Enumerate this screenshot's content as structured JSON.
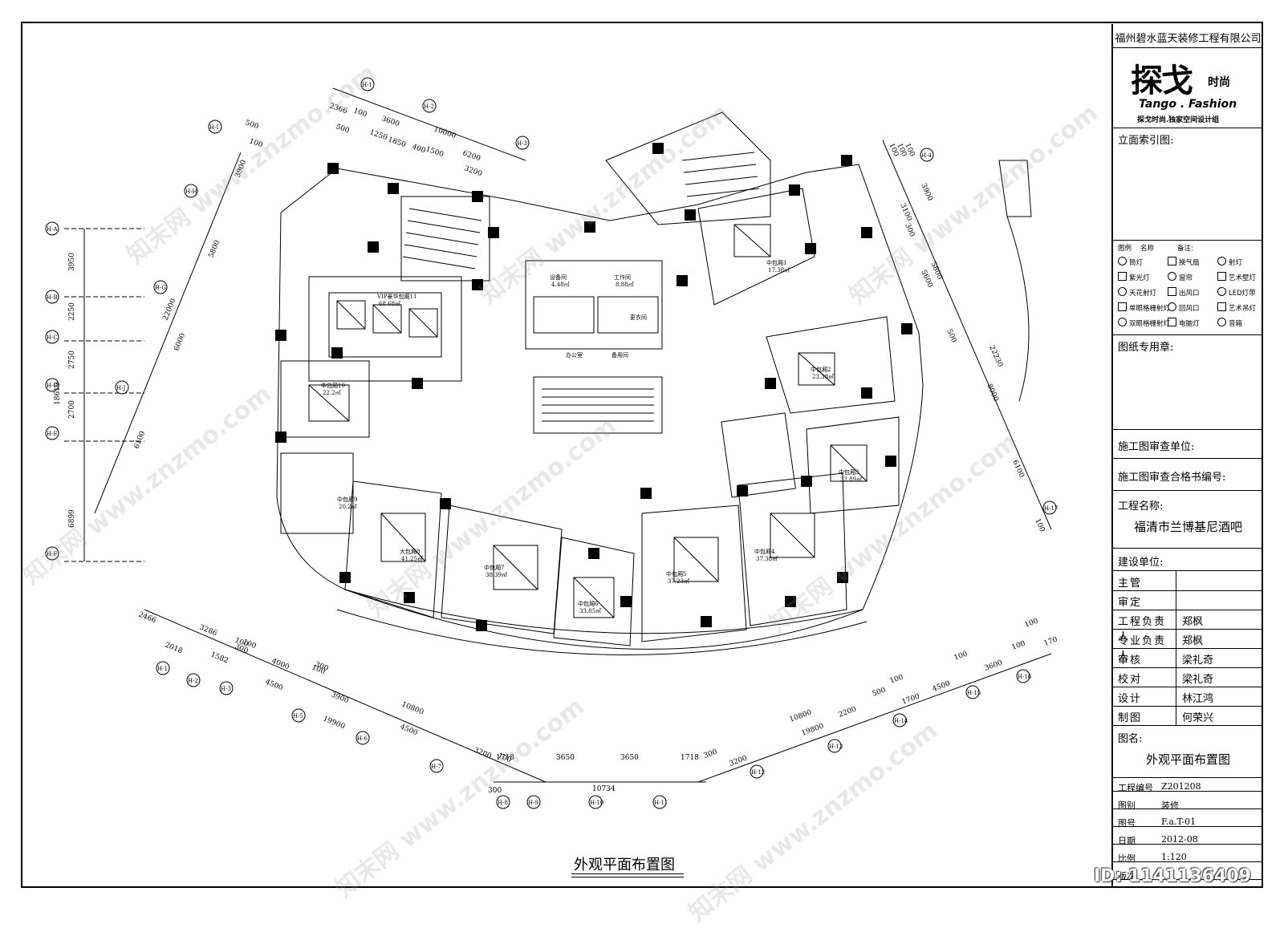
{
  "company": "福州碧水蓝天装修工程有限公司",
  "brand": {
    "cn": "探戈",
    "cn2": "时尚",
    "en": "Tango . Fashion",
    "tagline": "探戈时尚.独家空间设计组"
  },
  "sections": {
    "elevation_index": "立面索引图:",
    "stamp": "图纸专用章:",
    "review_unit": "施工图审查单位:",
    "review_cert": "施工图审查合格书编号:",
    "project_label": "工程名称:",
    "project_name": "福清市兰博基尼酒吧",
    "client_label": "建设单位:",
    "drawing_name_label": "图名:",
    "drawing_name": "外观平面布置图"
  },
  "legend": {
    "header_symbol": "图例",
    "header_name": "名称",
    "header_note": "备注:",
    "items": [
      {
        "sym": "筒灯",
        "icon": "downlight-icon"
      },
      {
        "sym": "换气扇",
        "icon": "exhaust-fan-icon"
      },
      {
        "sym": "射灯",
        "icon": "spotlight-icon"
      },
      {
        "sym": "紫光灯",
        "icon": "uv-light-icon"
      },
      {
        "sym": "窗帘",
        "icon": "curtain-icon"
      },
      {
        "sym": "艺术壁灯",
        "icon": "wall-lamp-icon"
      },
      {
        "sym": "天花射灯",
        "icon": "ceiling-spot-icon"
      },
      {
        "sym": "出风口",
        "icon": "air-outlet-icon"
      },
      {
        "sym": "LED灯带",
        "icon": "led-strip-icon"
      },
      {
        "sym": "单眼格栅射灯",
        "icon": "single-grille-icon"
      },
      {
        "sym": "回风口",
        "icon": "air-return-icon"
      },
      {
        "sym": "艺术吊灯",
        "icon": "pendant-icon"
      },
      {
        "sym": "双眼格栅射灯",
        "icon": "double-grille-icon"
      },
      {
        "sym": "电脑灯",
        "icon": "moving-head-icon"
      },
      {
        "sym": "音箱",
        "icon": "speaker-icon"
      }
    ]
  },
  "staff": [
    {
      "role": "主管",
      "name": ""
    },
    {
      "role": "审定",
      "name": ""
    },
    {
      "role": "工程负责人",
      "name": "郑枫"
    },
    {
      "role": "专业负责人",
      "name": "郑枫"
    },
    {
      "role": "审核",
      "name": "梁礼奇"
    },
    {
      "role": "校对",
      "name": "梁礼奇"
    },
    {
      "role": "设计",
      "name": "林江鸿"
    },
    {
      "role": "制图",
      "name": "何荣兴"
    }
  ],
  "info": [
    {
      "label": "工程编号",
      "value": "Z201208"
    },
    {
      "label": "图别",
      "value": "装修"
    },
    {
      "label": "图号",
      "value": "F.a.T-01"
    },
    {
      "label": "日期",
      "value": "2012-08"
    },
    {
      "label": "比例",
      "value": "1:120"
    },
    {
      "label": "版次",
      "value": ""
    }
  ],
  "plan_title": "外观平面布置图",
  "id_tag": "ID: 1141136409",
  "watermark": "知末网 www.znzmo.com",
  "rooms": [
    {
      "name": "VIP豪华包厢11",
      "area": "68.68㎡"
    },
    {
      "name": "中包厢10",
      "area": "22.2㎡"
    },
    {
      "name": "中包厢9",
      "area": "20.2㎡"
    },
    {
      "name": "大包厢8",
      "area": "41.25㎡"
    },
    {
      "name": "中包厢7",
      "area": "38.39㎡"
    },
    {
      "name": "中包厢6",
      "area": "33.85㎡"
    },
    {
      "name": "中包厢5",
      "area": "37.23㎡"
    },
    {
      "name": "中包厢4",
      "area": "37.38㎡"
    },
    {
      "name": "中包厢3",
      "area": "32.89㎡"
    },
    {
      "name": "中包厢2",
      "area": "23.38㎡"
    },
    {
      "name": "中包厢1",
      "area": "17.38㎡"
    },
    {
      "name": "设备间",
      "area": "4.48㎡"
    },
    {
      "name": "工作间",
      "area": "8.88㎡"
    },
    {
      "name": "更衣间",
      "area": ""
    },
    {
      "name": "办公室",
      "area": ""
    },
    {
      "name": "备用间",
      "area": ""
    }
  ],
  "dims_left": [
    "3950",
    "2250",
    "2750",
    "2700",
    "6899",
    "18619"
  ],
  "dims_left2": [
    "3900",
    "5800",
    "6000",
    "22000",
    "6100"
  ],
  "dims_top": [
    "2366",
    "100",
    "3600",
    "10000",
    "500",
    "1250",
    "1850",
    "400",
    "1500",
    "6200",
    "3200",
    "100",
    "500"
  ],
  "dims_bottom_left": [
    "2466",
    "3286",
    "100",
    "2018",
    "1582",
    "300",
    "100",
    "4000",
    "100",
    "4500",
    "300",
    "3900",
    "10800",
    "19900",
    "4500",
    "3200",
    "100"
  ],
  "dims_bottom_mid": [
    "1718",
    "3650",
    "3650",
    "1718",
    "10734",
    "300"
  ],
  "dims_bottom_right": [
    "10800",
    "19800",
    "2200",
    "500",
    "100",
    "1700",
    "4500",
    "100",
    "3600",
    "100",
    "3200",
    "300",
    "170",
    "100"
  ],
  "dims_right": [
    "100",
    "100",
    "100",
    "3900",
    "3100",
    "5800",
    "300",
    "5600",
    "500",
    "22230",
    "8000",
    "6100",
    "100"
  ],
  "axis_left": [
    "H-A",
    "H-B",
    "H-C",
    "H-D",
    "H-E",
    "H-F",
    "H-G",
    "H-H",
    "H-I",
    "H-J"
  ],
  "axis_top": [
    "H-1",
    "H-2",
    "H-3",
    "H-4"
  ],
  "axis_bottom": [
    "H-1",
    "H-2",
    "H-3",
    "H-5",
    "H-6",
    "H-7",
    "H-8",
    "H-9",
    "H-10",
    "H-11"
  ],
  "axis_right": [
    "H-12",
    "H-13",
    "H-14",
    "H-15",
    "H-16",
    "H-17"
  ]
}
